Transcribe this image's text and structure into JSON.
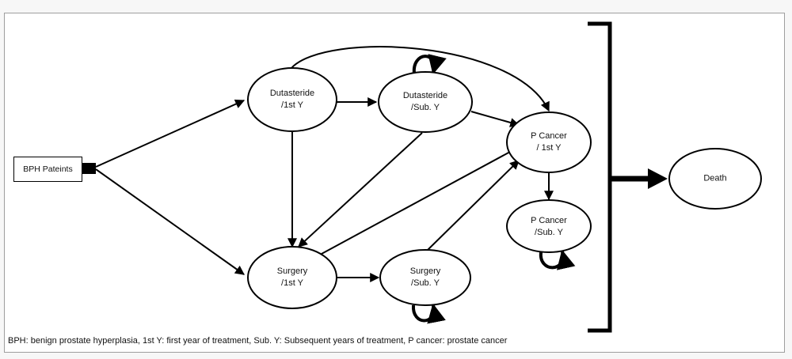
{
  "nodes": {
    "bph": {
      "label": "BPH Pateints"
    },
    "dut1": {
      "line1": "Dutasteride",
      "line2": "/1st Y"
    },
    "dutSub": {
      "line1": "Dutasteride",
      "line2": "/Sub. Y"
    },
    "pc1": {
      "line1": "P Cancer",
      "line2": "/ 1st Y"
    },
    "pcSub": {
      "line1": "P Cancer",
      "line2": "/Sub. Y"
    },
    "surg1": {
      "line1": "Surgery",
      "line2": "/1st Y"
    },
    "surgSub": {
      "line1": "Surgery",
      "line2": "/Sub. Y"
    },
    "death": {
      "label": "Death"
    }
  },
  "caption": "BPH: benign prostate  hyperplasia, 1st Y: first year of treatment, Sub. Y: Subsequent years of treatment, P cancer: prostate cancer",
  "colors": {
    "stroke": "#000000",
    "fill": "#ffffff",
    "background": "#ffffff"
  }
}
